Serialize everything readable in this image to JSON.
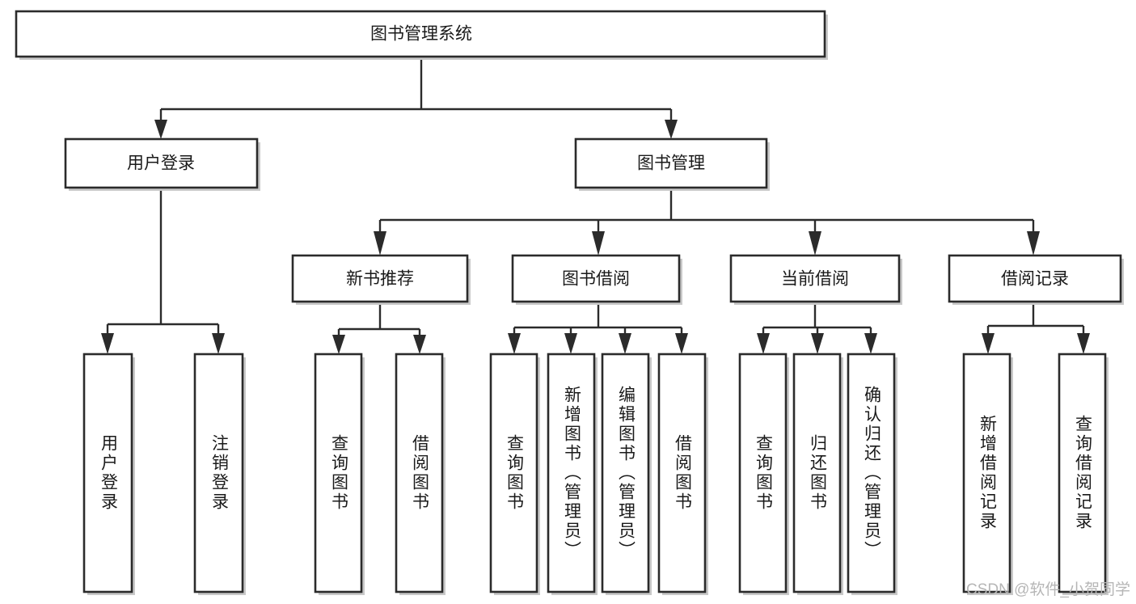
{
  "diagram": {
    "type": "tree",
    "title": "图书管理系统",
    "root": {
      "id": "root",
      "label": "图书管理系统"
    },
    "level2": [
      {
        "id": "user-login",
        "label": "用户登录"
      },
      {
        "id": "book-management",
        "label": "图书管理"
      }
    ],
    "level3": [
      {
        "id": "new-book-recommend",
        "label": "新书推荐",
        "parent": "book-management"
      },
      {
        "id": "book-borrow",
        "label": "图书借阅",
        "parent": "book-management"
      },
      {
        "id": "current-borrow",
        "label": "当前借阅",
        "parent": "book-management"
      },
      {
        "id": "borrow-record",
        "label": "借阅记录",
        "parent": "book-management"
      }
    ],
    "leaves": [
      {
        "id": "leaf-user-login",
        "label": "用户登录",
        "parent": "user-login"
      },
      {
        "id": "leaf-logout-login",
        "label": "注销登录",
        "parent": "user-login"
      },
      {
        "id": "leaf-query-book-1",
        "label": "查询图书",
        "parent": "new-book-recommend"
      },
      {
        "id": "leaf-borrow-book-1",
        "label": "借阅图书",
        "parent": "new-book-recommend"
      },
      {
        "id": "leaf-query-book-2",
        "label": "查询图书",
        "parent": "book-borrow"
      },
      {
        "id": "leaf-add-book",
        "label": "新增图书（管理员）",
        "parent": "book-borrow"
      },
      {
        "id": "leaf-edit-book",
        "label": "编辑图书（管理员）",
        "parent": "book-borrow"
      },
      {
        "id": "leaf-borrow-book-2",
        "label": "借阅图书",
        "parent": "book-borrow"
      },
      {
        "id": "leaf-query-book-3",
        "label": "查询图书",
        "parent": "current-borrow"
      },
      {
        "id": "leaf-return-book",
        "label": "归还图书",
        "parent": "current-borrow"
      },
      {
        "id": "leaf-confirm-return",
        "label": "确认归还（管理员）",
        "parent": "current-borrow"
      },
      {
        "id": "leaf-add-record",
        "label": "新增借阅记录",
        "parent": "borrow-record"
      },
      {
        "id": "leaf-query-record",
        "label": "查询借阅记录",
        "parent": "borrow-record"
      }
    ],
    "colors": {
      "box_fill": "#ffffff",
      "box_stroke": "#2b2b2b",
      "text": "#1a1a1a",
      "shadow": "#c9c9c9",
      "watermark": "#b6b6b6"
    }
  },
  "watermark": {
    "text": "CSDN @软件_小贺同学"
  }
}
